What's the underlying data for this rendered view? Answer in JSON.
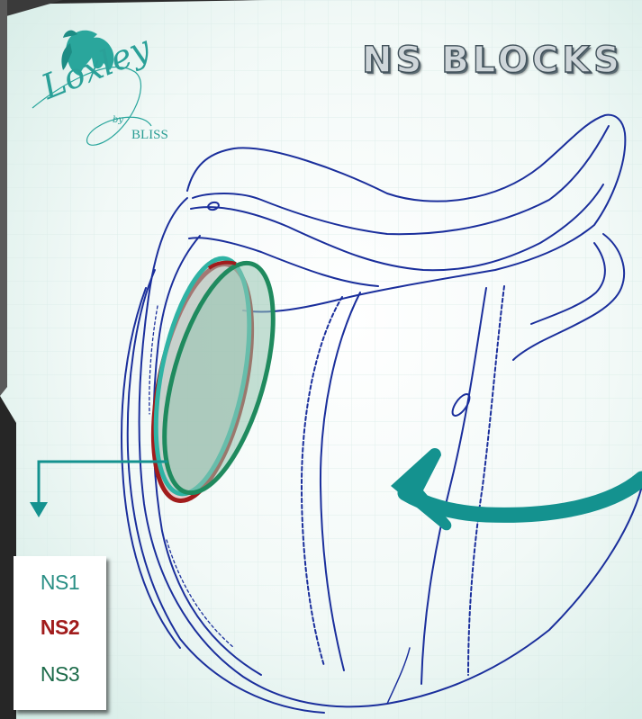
{
  "logo": {
    "script_text": "Loxley",
    "by_text": "by",
    "brand_text": "BLISS"
  },
  "title": "NS BLOCKS",
  "legend": {
    "items": [
      {
        "label": "NS1",
        "color": "#2a8f85"
      },
      {
        "label": "NS2",
        "color": "#a11c1c"
      },
      {
        "label": "NS3",
        "color": "#1d6b4a"
      }
    ]
  },
  "colors": {
    "background": "#e3f2ee",
    "saddle_outline": "#1b2f9c",
    "arrow": "#14928f",
    "block_fill": "#a9cfc1"
  }
}
